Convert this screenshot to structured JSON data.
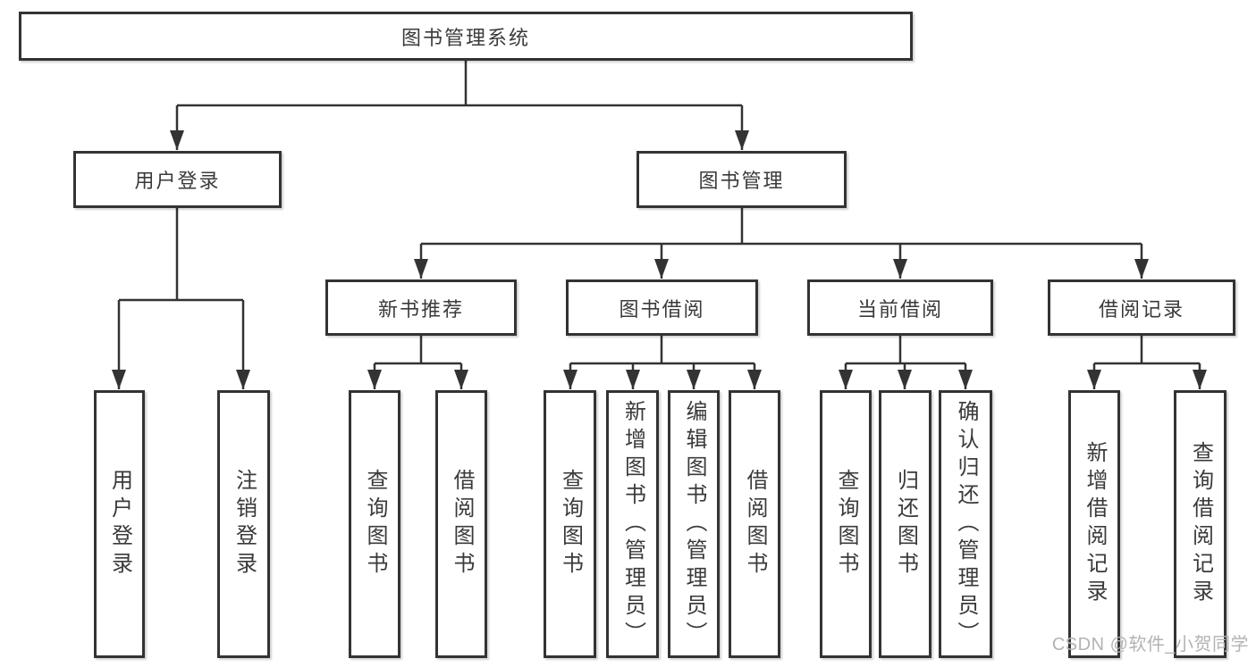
{
  "nodes": {
    "root": "图书管理系统",
    "user_login": "用户登录",
    "book_management": "图书管理",
    "new_book_rec": "新书推荐",
    "book_borrow": "图书借阅",
    "current_borrow": "当前借阅",
    "borrow_record": "借阅记录",
    "leaf_user_login": "用户登录",
    "leaf_logout": "注销登录",
    "leaf_rec_search": "查询图书",
    "leaf_rec_borrow": "借阅图书",
    "leaf_bb_search": "查询图书",
    "leaf_bb_add": "新增图书（管理员）",
    "leaf_bb_edit": "编辑图书（管理员）",
    "leaf_bb_borrow": "借阅图书",
    "leaf_cb_search": "查询图书",
    "leaf_cb_return": "归还图书",
    "leaf_cb_confirm": "确认归还（管理员）",
    "leaf_br_add": "新增借阅记录",
    "leaf_br_search": "查询借阅记录"
  },
  "watermark": "CSDN @软件_小贺同学",
  "colors": {
    "line": "#333333",
    "text": "#3a3a3a",
    "background": "#ffffff",
    "watermark": "#b3b3b3"
  }
}
